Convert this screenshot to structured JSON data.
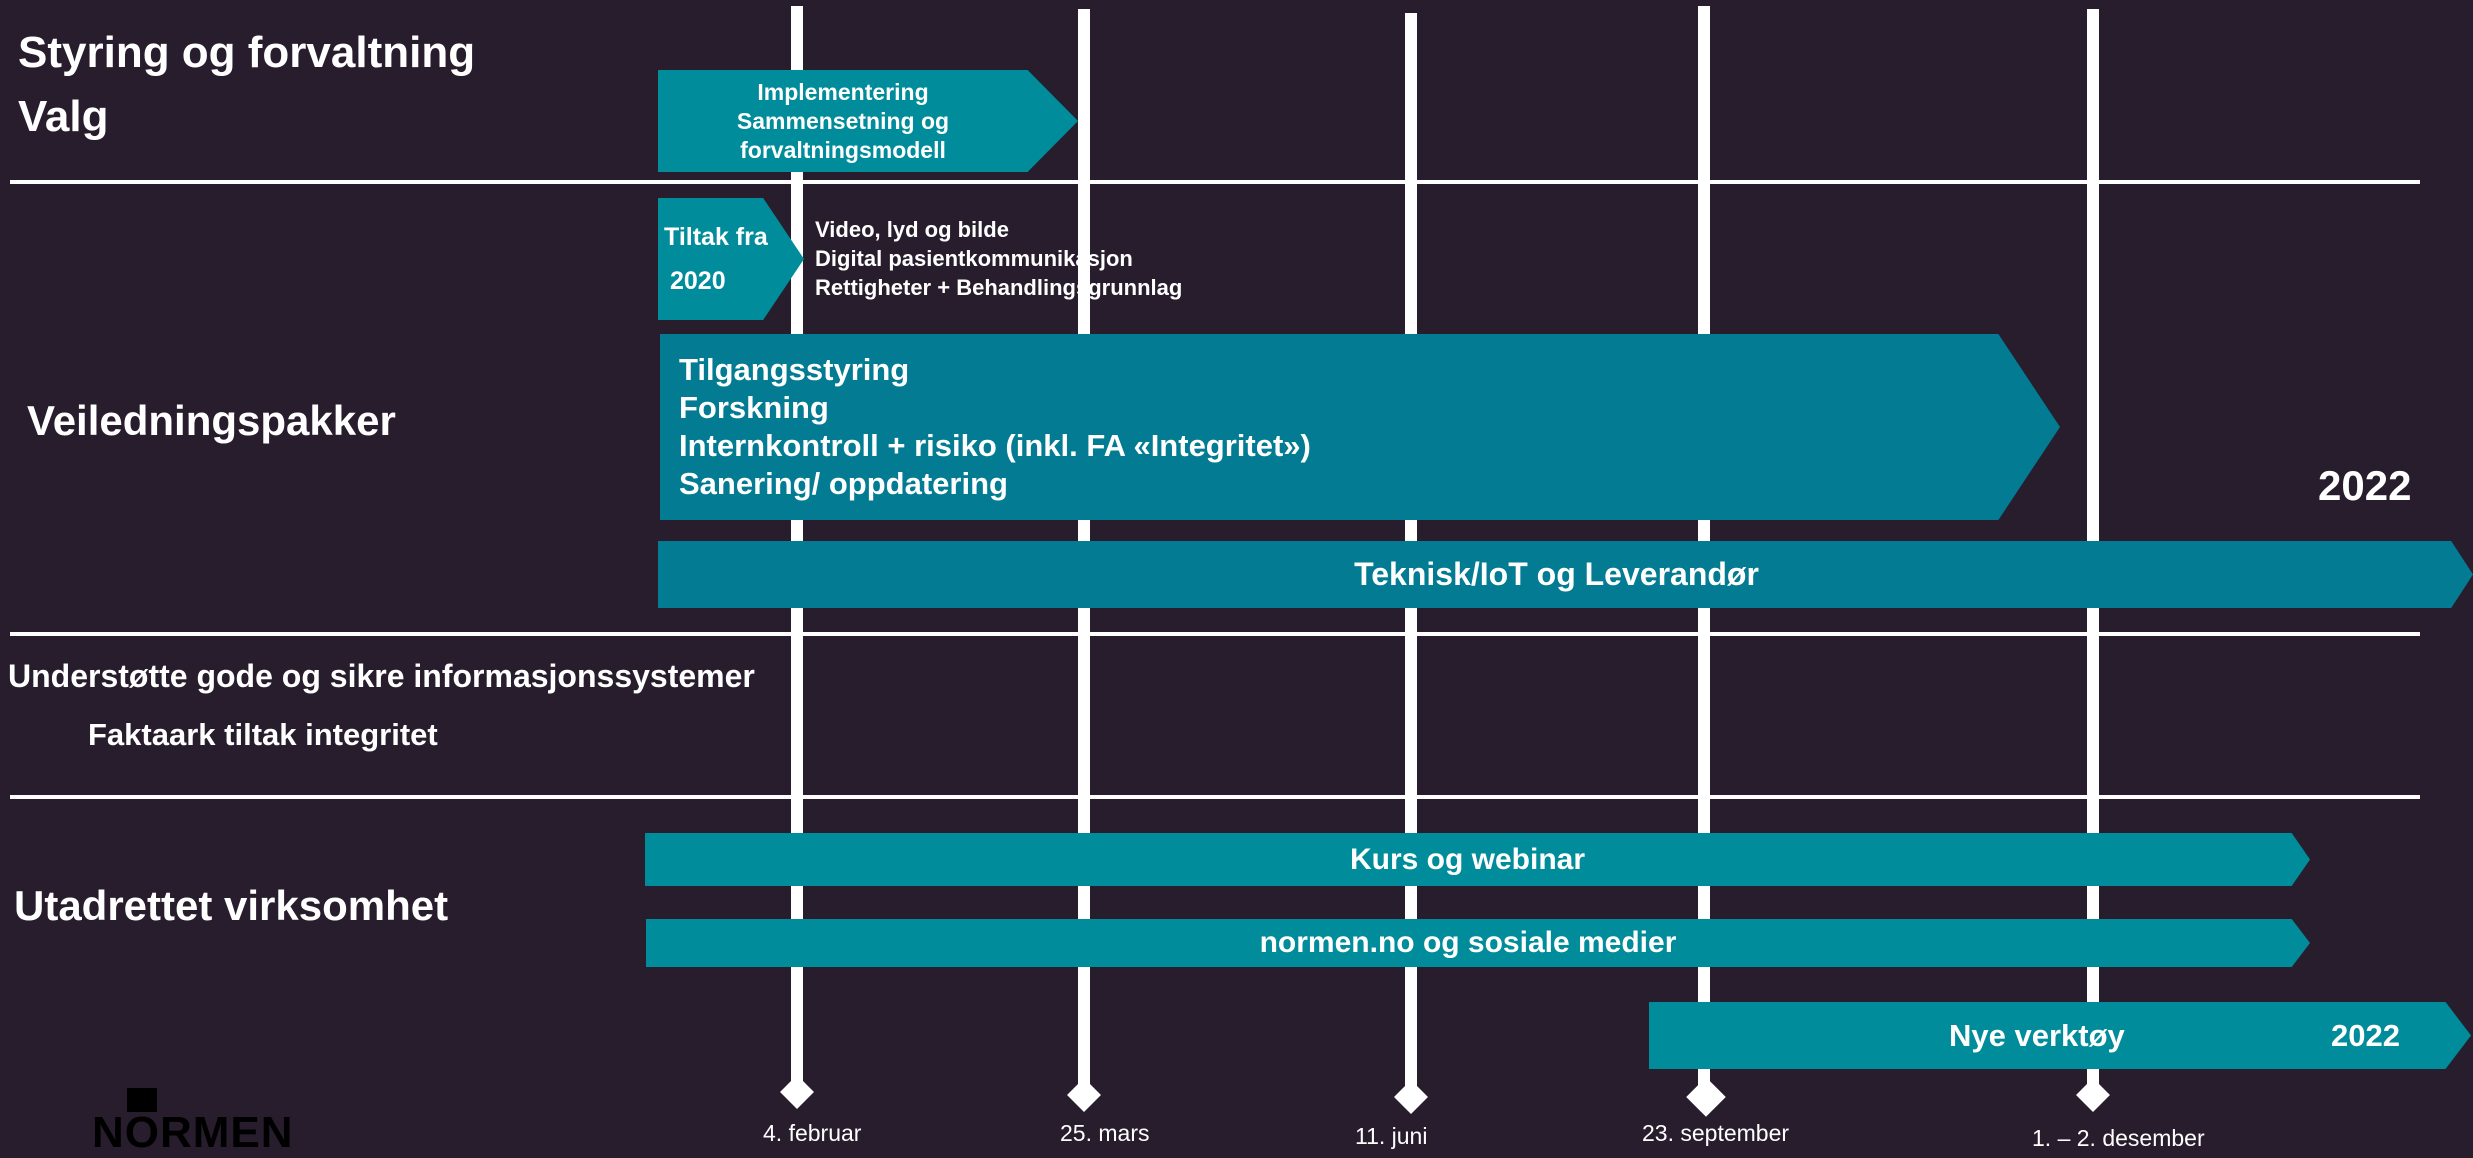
{
  "sections": {
    "styring_title": "Styring og forvaltning",
    "valg_title": "Valg",
    "veiledning_title": "Veiledningspakker",
    "understotte_title": "Understøtte gode og sikre informasjonssystemer",
    "faktaark_title": "Faktaark tiltak integritet",
    "utadrettet_title": "Utadrettet virksomhet"
  },
  "arrows": {
    "implementering": [
      "Implementering",
      "Sammensetning og",
      "forvaltningsmodell"
    ],
    "tiltak": [
      "Tiltak fra",
      "2020"
    ],
    "tilgang": [
      "Tilgangsstyring",
      "Forskning",
      "Internkontroll + risiko (inkl. FA «Integritet»)",
      "Sanering/ oppdatering"
    ],
    "teknisk": "Teknisk/IoT og Leverandør",
    "kurs": "Kurs og webinar",
    "normen": "normen.no og sosiale medier",
    "nye": "Nye verktøy",
    "nye_year": "2022"
  },
  "notes": {
    "tiltak_items": [
      "Video, lyd og bilde",
      "Digital pasientkommunikasjon",
      "Rettigheter + Behandlingsgrunnlag"
    ],
    "year_2022": "2022"
  },
  "milestones": [
    "4. februar",
    "25. mars",
    "11. juni",
    "23. september",
    "1. – 2. desember"
  ],
  "logo": "NORMEN",
  "colors": {
    "background": "#281d2d",
    "arrow_light": "#018c9b",
    "arrow_dark": "#027b93",
    "line": "#ffffff"
  }
}
